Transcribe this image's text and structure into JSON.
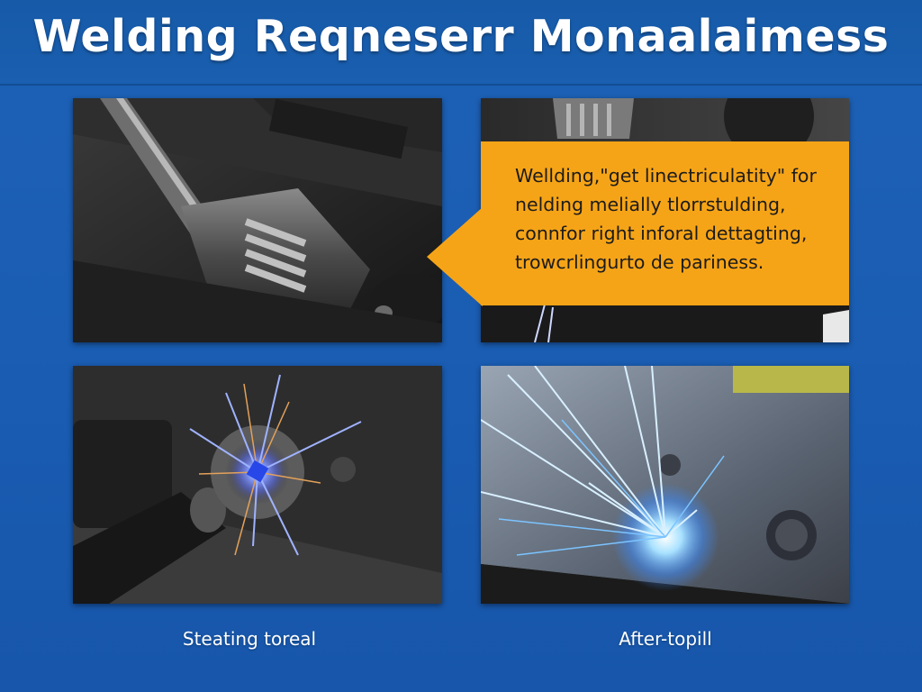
{
  "header": {
    "title": "Welding Reqneserr Monaalaimess"
  },
  "callout": {
    "lines": [
      "Wellding,\"get linectriculatity\" for",
      "nelding melially tlorrstulding,",
      "connfor right inforal dettagting,",
      "trowcrlingurto de pariness."
    ]
  },
  "captions": {
    "left": "Steating toreal",
    "right": "After-topill"
  },
  "colors": {
    "background": "#1a5db3",
    "callout": "#f6a417"
  }
}
